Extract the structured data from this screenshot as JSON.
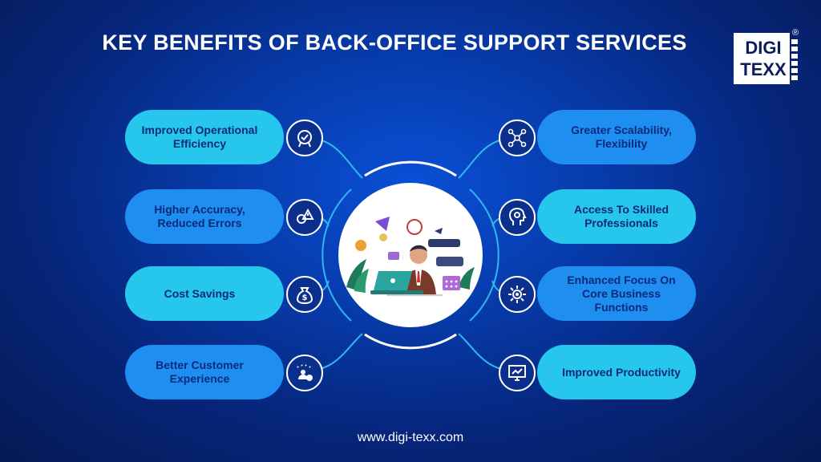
{
  "title": "KEY BENEFITS OF BACK-OFFICE SUPPORT SERVICES",
  "logo": {
    "line1": "DIGI",
    "line2": "TEXX",
    "reg": "®"
  },
  "benefits_left": [
    {
      "label": "Improved Operational Efficiency",
      "icon": "award-badge-icon",
      "color": "cyan"
    },
    {
      "label": "Higher Accuracy, Reduced Errors",
      "icon": "gear-warning-icon",
      "color": "blue"
    },
    {
      "label": "Cost Savings",
      "icon": "money-bag-icon",
      "color": "cyan"
    },
    {
      "label": "Better Customer Experience",
      "icon": "customer-rating-icon",
      "color": "blue"
    }
  ],
  "benefits_right": [
    {
      "label": "Greater Scalability, Flexibility",
      "icon": "network-nodes-icon",
      "color": "blue"
    },
    {
      "label": "Access To Skilled Professionals",
      "icon": "head-gear-icon",
      "color": "cyan"
    },
    {
      "label": "Enhanced Focus On Core Business Functions",
      "icon": "target-focus-icon",
      "color": "blue"
    },
    {
      "label": "Improved Productivity",
      "icon": "productivity-chart-icon",
      "color": "cyan"
    }
  ],
  "center_illustration": "office-worker-laptop-illustration",
  "footer": "www.digi-texx.com",
  "colors": {
    "cyan": "#27c6ec",
    "blue": "#1f8ef1",
    "navy": "#0b2a7a",
    "background": "#073aa8"
  }
}
